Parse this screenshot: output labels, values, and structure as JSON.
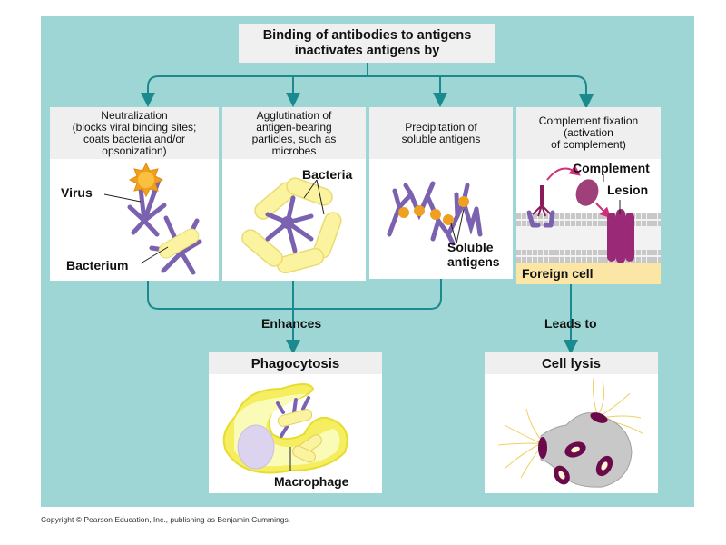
{
  "title": "Binding of antibodies to antigens\ninactivates antigens by",
  "mechanisms": [
    {
      "header": "Neutralization\n(blocks viral binding sites;\ncoats bacteria and/or\nopsonization)",
      "labels": [
        "Virus",
        "Bacterium"
      ]
    },
    {
      "header": "Agglutination of\nantigen-bearing\nparticles, such as\nmicrobes",
      "labels": [
        "Bacteria"
      ]
    },
    {
      "header": "Precipitation of\nsoluble antigens",
      "labels": [
        "Soluble\nantigens"
      ]
    },
    {
      "header": "Complement fixation\n(activation\nof complement)",
      "labels": [
        "Complement",
        "Lesion",
        "Foreign cell"
      ]
    }
  ],
  "connectors": {
    "enhances": "Enhances",
    "leads_to": "Leads to"
  },
  "outcomes": [
    {
      "header": "Phagocytosis",
      "labels": [
        "Macrophage"
      ]
    },
    {
      "header": "Cell lysis",
      "labels": []
    }
  ],
  "colors": {
    "background": "#9dd6d4",
    "arrow": "#1a8a8e",
    "antibody": "#7b62b0",
    "antigen": "#f0a020",
    "bacterium": "#fbf3a0",
    "complement": "#a0307a",
    "foreign_cell": "#fbe6a6"
  },
  "copyright": "Copyright © Pearson Education, Inc., publishing as Benjamin Cummings."
}
